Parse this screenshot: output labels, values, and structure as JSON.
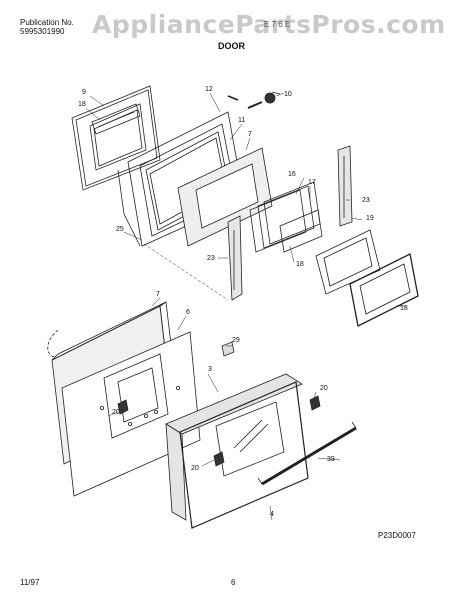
{
  "header": {
    "publication_label": "Publication No.",
    "publication_number": "5995301990",
    "model": "E  7  6  E",
    "section": "DOOR",
    "watermark": "AppliancePartsPros.com"
  },
  "callouts": {
    "c9": "9",
    "c18a": "18",
    "c12": "12",
    "c10": "10",
    "c11": "11",
    "c7a": "7",
    "c16": "16",
    "c17": "17",
    "c23a": "23",
    "c25": "25",
    "c19": "19",
    "c23b": "23",
    "c18b": "18",
    "c18c": "18",
    "c7b": "7",
    "c6": "6",
    "c29": "29",
    "c3": "3",
    "c20a": "20",
    "c20b": "20",
    "c20c": "20",
    "c39": "39",
    "c4": "4"
  },
  "footer": {
    "date": "11/97",
    "page": "6",
    "drawing_code": "P23D0007"
  }
}
